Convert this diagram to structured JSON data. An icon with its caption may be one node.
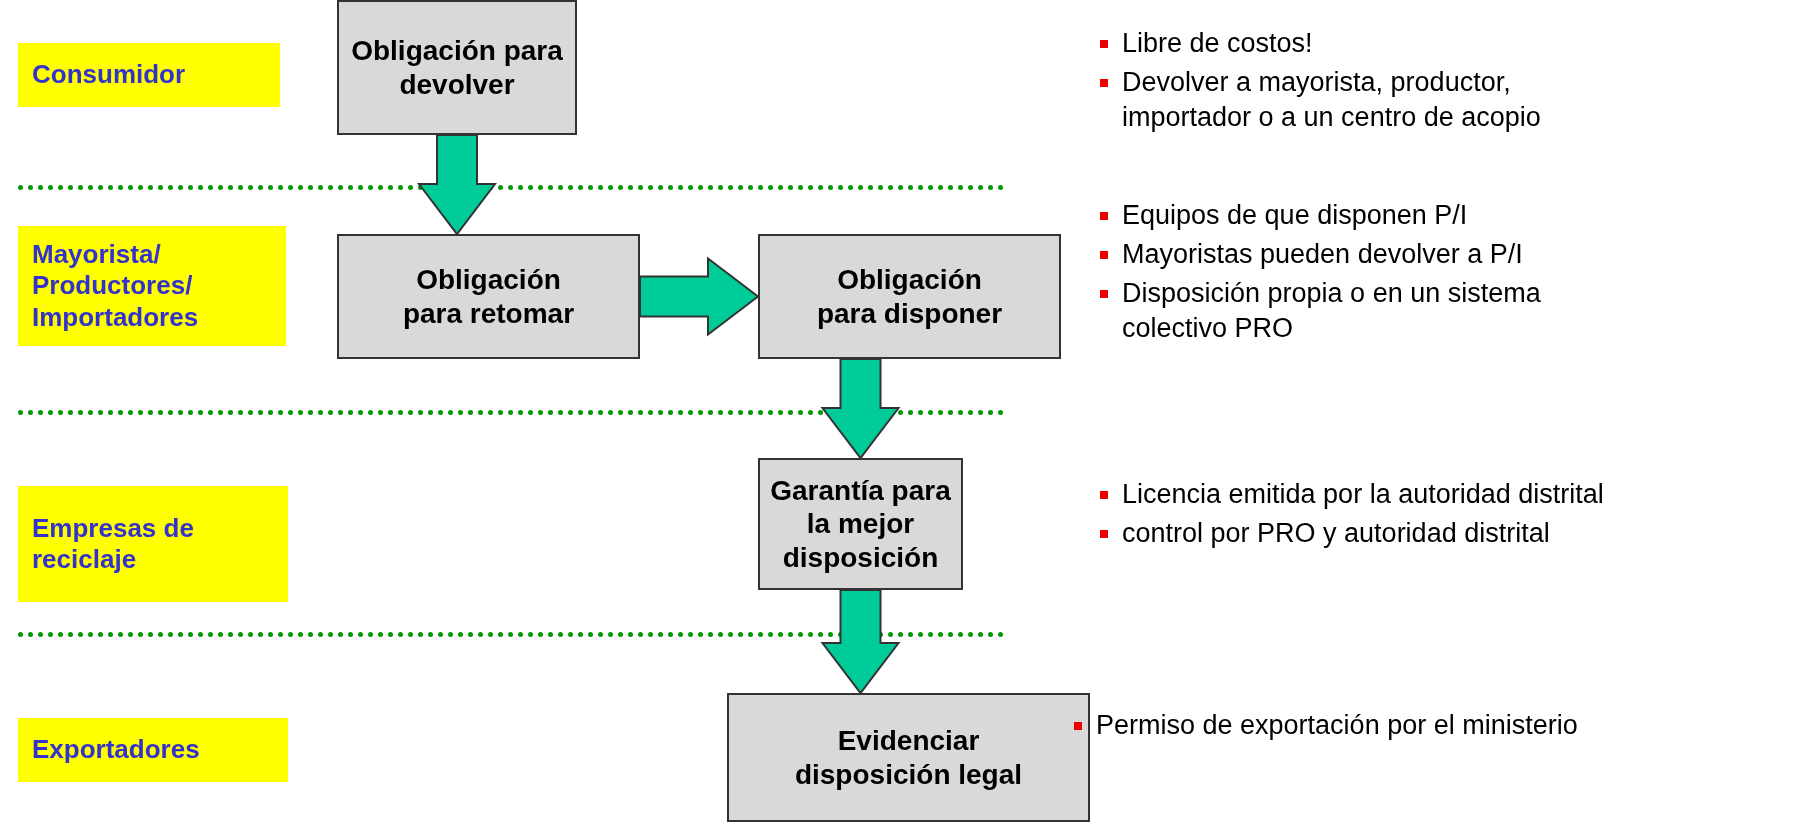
{
  "diagram": {
    "nodes": [
      {
        "text": [
          "Consumidor"
        ]
      },
      {
        "text": [
          "Obligación para devolver"
        ]
      },
      {
        "text": [
          "Mayorista/ Productores/ Importadores"
        ]
      },
      {
        "text": [
          "Obligación para retomar"
        ]
      },
      {
        "text": [
          "Obligación para disponer"
        ]
      },
      {
        "text": [
          "Empresas de reciclaje"
        ]
      },
      {
        "text": [
          "Garantía para la mejor disposición"
        ]
      },
      {
        "text": [
          "Exportadores"
        ]
      },
      {
        "text": [
          "Evidenciar disposición legal"
        ]
      }
    ],
    "edges": [
      {
        "from": 1,
        "to": 3,
        "arrow": "to",
        "color": "#00cc99"
      },
      {
        "from": 3,
        "to": 4,
        "arrow": "to",
        "color": "#00cc99"
      },
      {
        "from": 4,
        "to": 6,
        "arrow": "to",
        "color": "#00cc99"
      },
      {
        "from": 6,
        "to": 8,
        "arrow": "to",
        "color": "#00cc99"
      }
    ],
    "labels": [
      "Libre de costos!",
      "Devolver a mayorista, productor, importador o a un centro de acopio",
      "Equipos de que disponen P/I",
      "Mayoristas pueden devolver a P/I",
      "Disposición propia o en un sistema colectivo PRO",
      "Licencia emitida por la autoridad distrital",
      "control por PRO y autoridad distrital",
      "Permiso de exportación por el ministerio"
    ]
  }
}
